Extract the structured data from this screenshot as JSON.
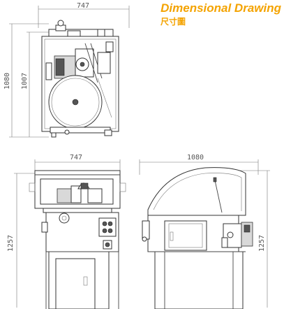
{
  "header": {
    "title": "Dimensional Drawing",
    "subtitle": "尺寸圖"
  },
  "views": {
    "top": {
      "width_label": "747",
      "height_outer_label": "1080",
      "height_inner_label": "1007"
    },
    "front": {
      "width_label": "747",
      "height_label": "1257"
    },
    "side": {
      "width_label": "1080",
      "height_label": "1257"
    }
  },
  "colors": {
    "title": "#f4a300",
    "line": "#444444"
  }
}
